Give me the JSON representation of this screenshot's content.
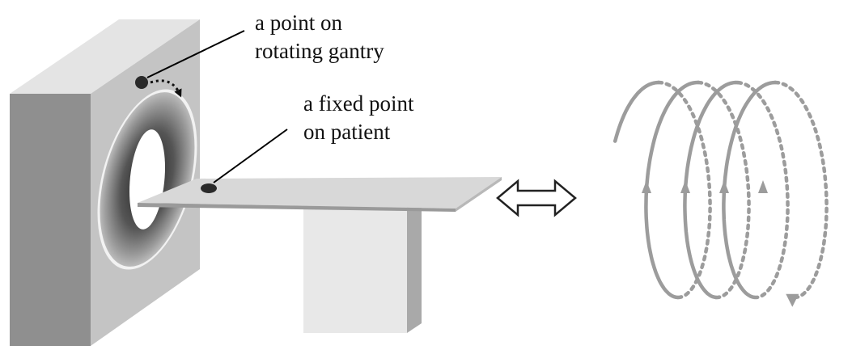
{
  "labels": {
    "gantry_line1": "a point on",
    "gantry_line2": "rotating gantry",
    "patient_line1": "a fixed point",
    "patient_line2": "on patient"
  },
  "colors": {
    "background": "#ffffff",
    "gantry_front": "#c4c4c4",
    "gantry_side": "#8f8f8f",
    "gantry_top": "#e4e4e4",
    "ring": "#6e6e6e",
    "table_top": "#d8d8d8",
    "table_edge": "#9a9a9a",
    "stand_front": "#e8e8e8",
    "stand_side": "#a9a9a9",
    "helix": "#9c9c9c",
    "marker": "#2a2a2a",
    "leader_line": "#000000"
  },
  "icons": {
    "gantry_point": "filled-dot-icon",
    "rotation_arrow": "dotted-curved-arrow-icon",
    "patient_point": "filled-dot-icon",
    "motion_arrow": "double-headed-arrow-icon",
    "helix": "helical-path-icon"
  }
}
